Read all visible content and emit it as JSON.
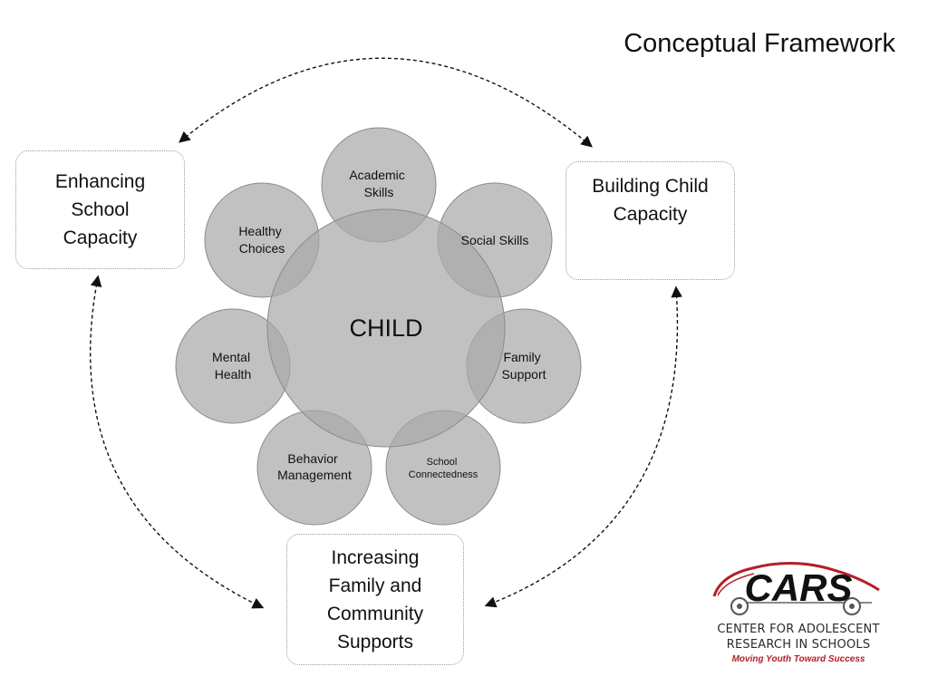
{
  "title": "Conceptual Framework",
  "center": {
    "label": "CHILD"
  },
  "petals": [
    {
      "id": "academic",
      "lines": [
        "Academic",
        "Skills"
      ]
    },
    {
      "id": "social",
      "lines": [
        "Social Skills"
      ]
    },
    {
      "id": "family-support",
      "lines": [
        "Family",
        "Support"
      ]
    },
    {
      "id": "school-connectedness",
      "lines": [
        "School",
        "Connectedness"
      ]
    },
    {
      "id": "behavior",
      "lines": [
        "Behavior",
        "Management"
      ]
    },
    {
      "id": "mental-health",
      "lines": [
        "Mental",
        "Health"
      ]
    },
    {
      "id": "healthy-choices",
      "lines": [
        "Healthy",
        "Choices"
      ]
    }
  ],
  "boxes": {
    "school": [
      "Enhancing",
      "School",
      "Capacity"
    ],
    "child": [
      "Building Child",
      "Capacity"
    ],
    "family": [
      "Increasing",
      "Family and",
      "Community",
      "Supports"
    ]
  },
  "logo": {
    "name": "CARS",
    "line1": "CENTER FOR ADOLESCENT",
    "line2": "RESEARCH IN SCHOOLS",
    "tagline": "Moving Youth Toward Success"
  },
  "colors": {
    "circle_fill": "#a9a9a9",
    "circle_stroke": "#8a8a8a",
    "logo_red": "#b3202a",
    "text": "#111111"
  }
}
